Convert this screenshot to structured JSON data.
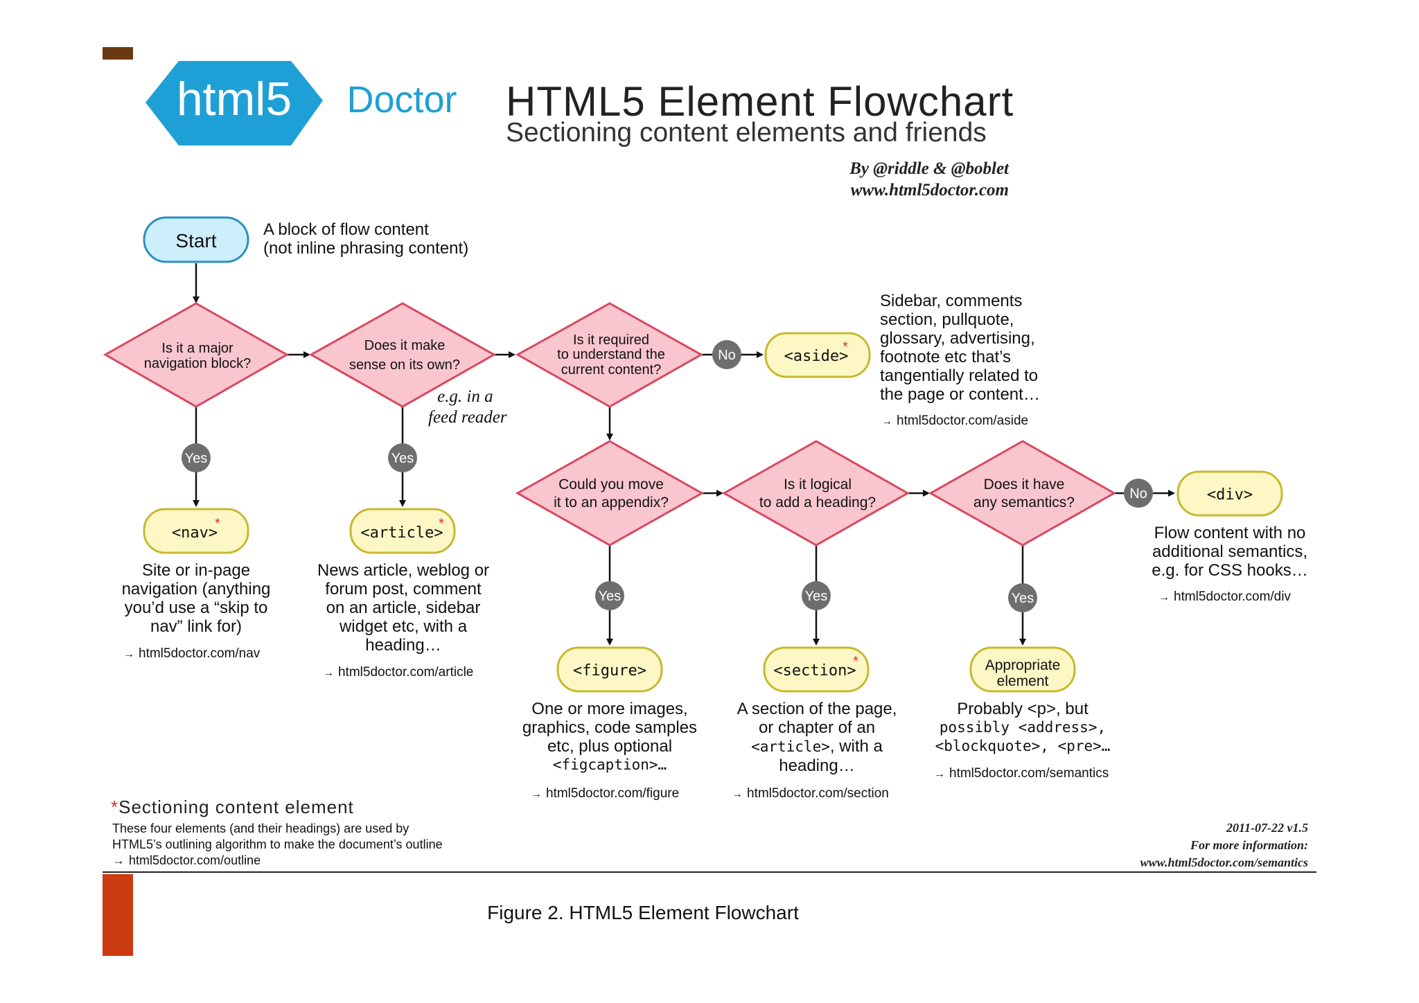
{
  "header": {
    "logo_left": "html5",
    "logo_right": "Doctor",
    "title": "HTML5 Element Flowchart",
    "subtitle": "Sectioning content elements and friends",
    "byline": "By @riddle & @boblet",
    "site": "www.html5doctor.com"
  },
  "nodes": {
    "start": "Start",
    "start_note_1": "A block of flow content",
    "start_note_2": "(not inline phrasing content)",
    "q_nav_1": "Is it a major",
    "q_nav_2": "navigation block?",
    "q_article_1": "Does it make",
    "q_article_2": "sense on its own?",
    "article_hint_1": "e.g. in a",
    "article_hint_2": "feed reader",
    "q_aside_1": "Is it required",
    "q_aside_2": "to understand the",
    "q_aside_3": "current content?",
    "q_figure_1": "Could you move",
    "q_figure_2": "it to an appendix?",
    "q_section_1": "Is it logical",
    "q_section_2": "to add a heading?",
    "q_div_1": "Does it have",
    "q_div_2": "any semantics?",
    "yes": "Yes",
    "no": "No",
    "nav": "<nav>",
    "article": "<article>",
    "aside": "<aside>",
    "figure": "<figure>",
    "section": "<section>",
    "div": "<div>",
    "appropriate_1": "Appropriate",
    "appropriate_2": "element",
    "star": "*"
  },
  "notes": {
    "nav_1": "Site or in-page",
    "nav_2": "navigation (anything",
    "nav_3": "you’d use a “skip to",
    "nav_4": "nav” link for)",
    "nav_link": "html5doctor.com/nav",
    "article_1": "News article, weblog or",
    "article_2": "forum post, comment",
    "article_3": "on an article, sidebar",
    "article_4": "widget etc, with a",
    "article_5": "heading…",
    "article_link": "html5doctor.com/article",
    "aside_1": "Sidebar, comments",
    "aside_2": "section, pullquote,",
    "aside_3": "glossary, advertising,",
    "aside_4": "footnote etc that’s",
    "aside_5": "tangentially related to",
    "aside_6": "the page or content…",
    "aside_link": "html5doctor.com/aside",
    "figure_1": "One or more images,",
    "figure_2": "graphics, code samples",
    "figure_3": "etc, plus optional",
    "figure_4": "<figcaption>…",
    "figure_link": "html5doctor.com/figure",
    "section_1": "A section of the page,",
    "section_2": "or chapter of an",
    "section_3a": "<article>",
    "section_3b": ", with a",
    "section_4": "heading…",
    "section_link": "html5doctor.com/section",
    "sem_1": "Probably <p>, but",
    "sem_2": "possibly <address>,",
    "sem_3": "<blockquote>, <pre>…",
    "sem_link": "html5doctor.com/semantics",
    "div_1": "Flow content with no",
    "div_2": "additional semantics,",
    "div_3": "e.g. for CSS hooks…",
    "div_link": "html5doctor.com/div"
  },
  "footer": {
    "star": "*",
    "title": "Sectioning content element",
    "text_1": "These four elements (and their headings) are used by",
    "text_2": "HTML5’s outlining algorithm to make the document’s outline",
    "link": "html5doctor.com/outline",
    "version": "2011-07-22 v1.5",
    "more": "For more information:",
    "more_url": "www.html5doctor.com/semantics",
    "arrow": "→"
  },
  "caption": "Figure 2. HTML5 Element Flowchart",
  "colors": {
    "logo_blue": "#1ea0d6",
    "diamond_fill": "#f9c6d0",
    "diamond_stroke": "#d9485e",
    "start_fill": "#cdeefb",
    "start_stroke": "#2b8fc2",
    "element_fill": "#fcf7c4",
    "element_stroke": "#c8b830",
    "yes_no_fill": "#6e6e6e",
    "brown_bar": "#6b3a12",
    "red_bar": "#cc3a10"
  }
}
